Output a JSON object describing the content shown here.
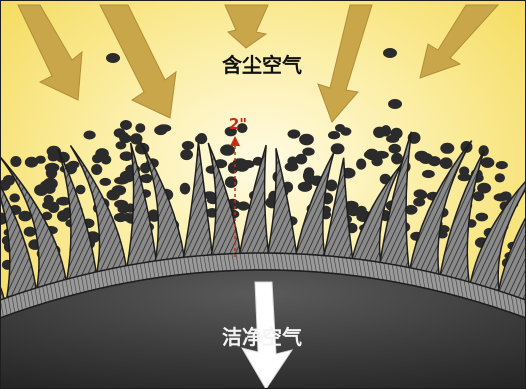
{
  "labels": {
    "dusty_air": "含尘空气",
    "clean_air": "洁净空气",
    "height": "2\""
  },
  "colors": {
    "sky_light": "#fdf9d6",
    "sky_yellow": "#f6e05c",
    "arrow": "#c9a64a",
    "particle": "#2b2b2b",
    "fiber_fill": "#7d7d7d",
    "fiber_edge": "#1e1e1e",
    "core_dark": "#353535",
    "dimension": "#cc2a1a"
  },
  "icons": {
    "inflow": "arrow-down-icon",
    "outflow": "arrow-down-white-icon"
  }
}
